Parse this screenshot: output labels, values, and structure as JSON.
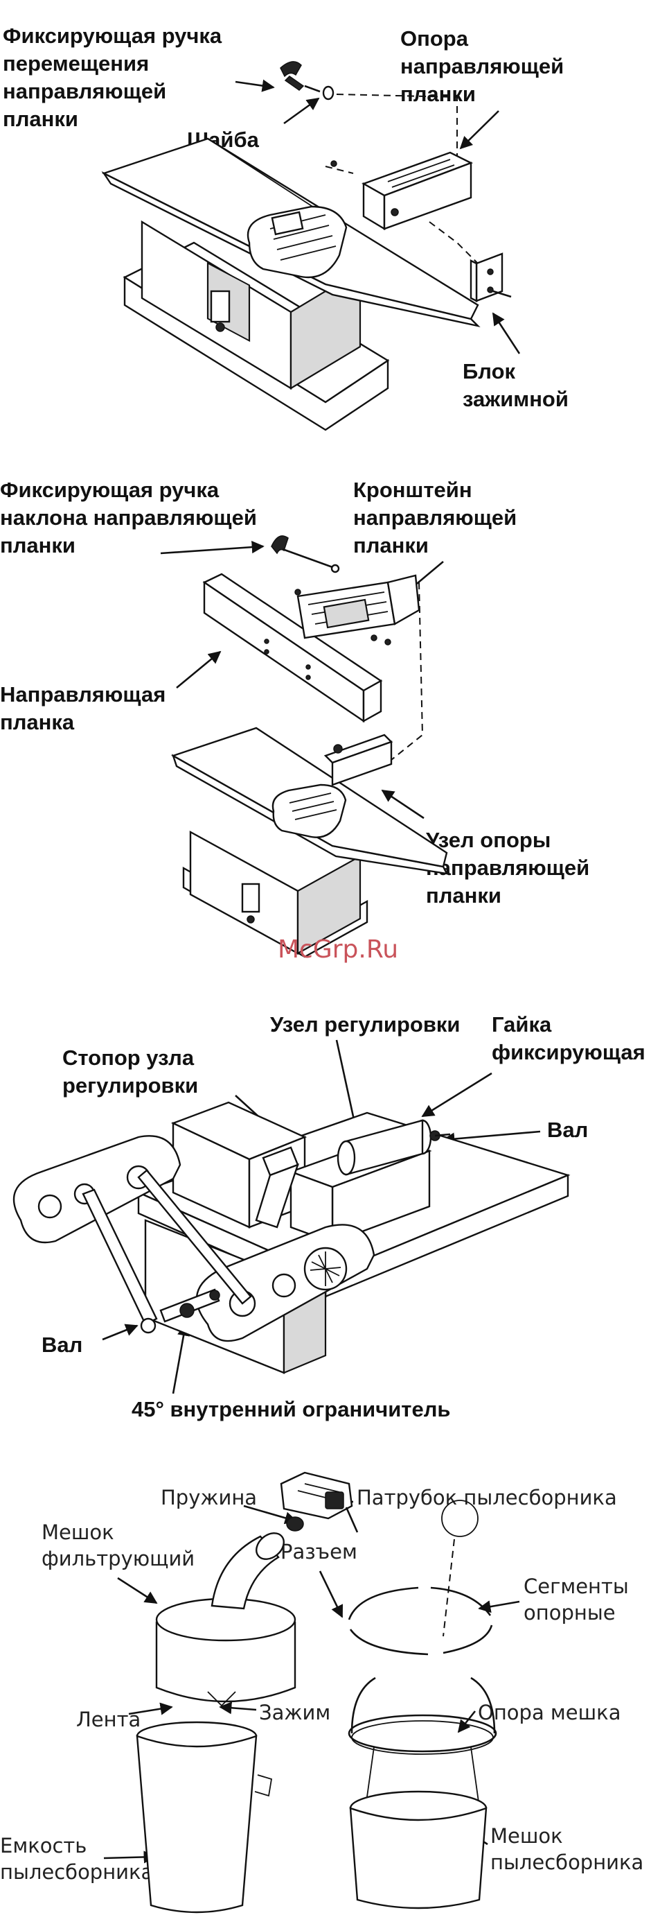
{
  "fig1": {
    "handle_label": [
      "Фиксирующая ручка",
      "перемещения",
      "направляющей",
      "планки"
    ],
    "washer_label": "Шайба",
    "support_label": [
      "Опора",
      "направляющей",
      "планки"
    ],
    "block_label": [
      "Блок",
      "зажимной"
    ]
  },
  "fig2": {
    "tilt_handle_label": [
      "Фиксирующая ручка",
      "наклона направляющей",
      "планки"
    ],
    "bracket_label": [
      "Кронштейн",
      "направляющей",
      "планки"
    ],
    "fence_label": [
      "Направляющая",
      "планка"
    ],
    "support_assy_label": [
      "Узел опоры",
      "направляющей",
      "планки"
    ]
  },
  "watermark": "McGrp.Ru",
  "fig3": {
    "stop_label": [
      "Стопор узла",
      "регулировки"
    ],
    "adjust_label": "Узел регулировки",
    "nut_label": [
      "Гайка",
      "фиксирующая"
    ],
    "shaft_right_label": "Вал",
    "shaft_left_label": "Вал",
    "limiter_label": "45° внутренний  ограничитель"
  },
  "fig4": {
    "spring_label": "Пружина",
    "port_label": "Патрубок пылесборника",
    "filter_bag_label": [
      "Мешок",
      "фильтрующий"
    ],
    "connector_label": "Разъем",
    "segments_label": [
      "Сегменты",
      "опорные"
    ],
    "tape_label": "Лента",
    "clamp_label": "Зажим",
    "bag_support_label": "Опора мешка",
    "container_label": [
      "Емкость",
      "пылесборника"
    ],
    "dust_bag_label": [
      "Мешок",
      "пылесборника"
    ]
  }
}
